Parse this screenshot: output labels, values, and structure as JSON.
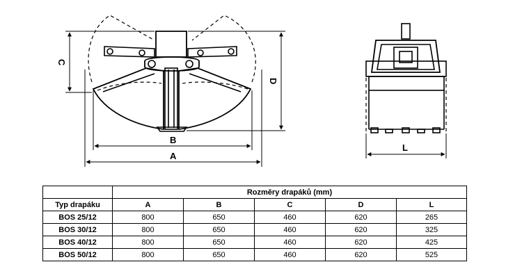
{
  "drawing": {
    "labels": {
      "A": "A",
      "B": "B",
      "C": "C",
      "D": "D",
      "L": "L"
    }
  },
  "table": {
    "header": "Rozměry drapáků (mm)",
    "columns": [
      "Typ drapáku",
      "A",
      "B",
      "C",
      "D",
      "L"
    ],
    "rows": [
      [
        "BOS 25/12",
        "800",
        "650",
        "460",
        "620",
        "265"
      ],
      [
        "BOS 30/12",
        "800",
        "650",
        "460",
        "620",
        "325"
      ],
      [
        "BOS 40/12",
        "800",
        "650",
        "460",
        "620",
        "425"
      ],
      [
        "BOS 50/12",
        "800",
        "650",
        "460",
        "620",
        "525"
      ]
    ]
  }
}
